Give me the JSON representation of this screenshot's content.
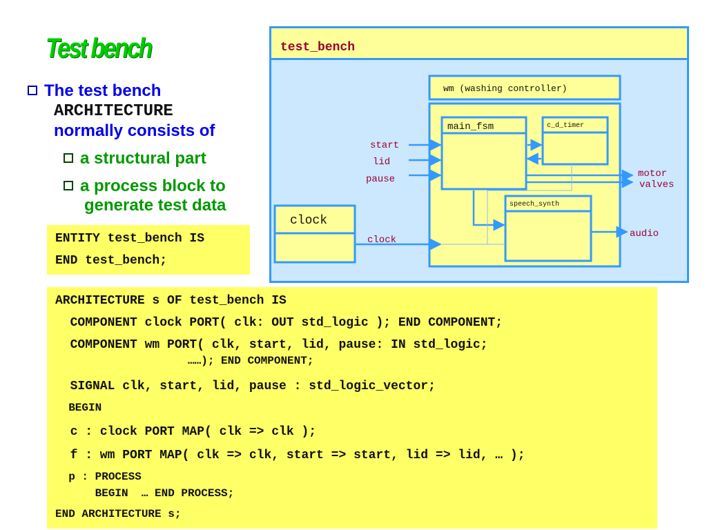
{
  "title": "Test bench",
  "bullet": {
    "line1": "The test bench",
    "line2": "ARCHITECTURE",
    "line3": "normally consists of",
    "sub1": "a structural part",
    "sub2_line1": "a process block to",
    "sub2_line2": "generate test data"
  },
  "entity_code": [
    "ENTITY test_bench IS",
    "END test_bench;"
  ],
  "arch_code": [
    "ARCHITECTURE s OF test_bench IS",
    "  COMPONENT clock PORT( clk: OUT std_logic ); END COMPONENT;",
    "  COMPONENT wm PORT( clk, start, lid, pause: IN std_logic;",
    "                    ……); END COMPONENT;",
    "  SIGNAL clk, start, lid, pause : std_logic_vector;",
    "  BEGIN",
    "  c : clock PORT MAP( clk => clk );",
    "  f : wm PORT MAP( clk => clk, start => start, lid => lid, … );",
    "  p : PROCESS",
    "      BEGIN  … END PROCESS;",
    "END ARCHITECTURE s;"
  ],
  "diagram": {
    "outer_label": "test_bench",
    "wm_label": "wm (washing controller)",
    "main_fsm": "main_fsm",
    "c_d_timer": "c_d_timer",
    "speech_synth": "speech_synth",
    "clock_block": "clock",
    "signals": {
      "start": "start",
      "lid": "lid",
      "pause": "pause",
      "clock": "clock",
      "motor": "motor",
      "valves": "valves",
      "audio": "audio"
    }
  },
  "colors": {
    "title": "#00cc00",
    "bullet_text": "#0000ee",
    "sub_text": "#009900",
    "code_bg": "#ffff66",
    "diagram_border": "#3399ff",
    "diagram_bg": "#cce8ff",
    "block_fill": "#ffff99",
    "signal_text": "#990033"
  }
}
